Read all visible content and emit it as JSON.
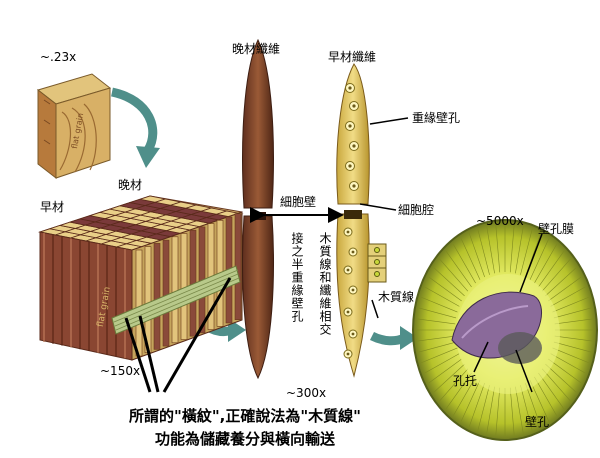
{
  "labels": {
    "scale_023": "~.23x",
    "scale_150": "~150x",
    "scale_300": "~300x",
    "scale_5000": "~5000x",
    "latewood_top": "晚材纖維",
    "earlywood_top": "早材纖維",
    "latewood": "晚材",
    "earlywood": "早材",
    "bordered_pit": "重緣壁孔",
    "cell_wall": "細胞壁",
    "lumen": "細胞腔",
    "ray_crossing": "木質線和纖維相交",
    "half_bordered_pit": "接之半重緣壁孔",
    "wood_ray": "木質線",
    "pit_membrane": "壁孔膜",
    "torus": "孔托",
    "pit": "壁孔",
    "flat_grain_1": "flat grain",
    "flat_grain_2": "flat grain"
  },
  "caption": {
    "line1": "所謂的\"橫紋\",正確說法為\"木質線\"",
    "line2": "功能為儲藏養分與橫向輸送"
  },
  "colors": {
    "wood_light": "#d9b56a",
    "wood_dark": "#7a3a2a",
    "fiber_brown": "#8a4a2c",
    "fiber_yellow": "#e8cf6a",
    "ray_green": "#b8c98a",
    "pit_green": "#c8d83a",
    "arrow_teal": "#4f8f8a",
    "membrane_purple": "#8a6a9a"
  }
}
